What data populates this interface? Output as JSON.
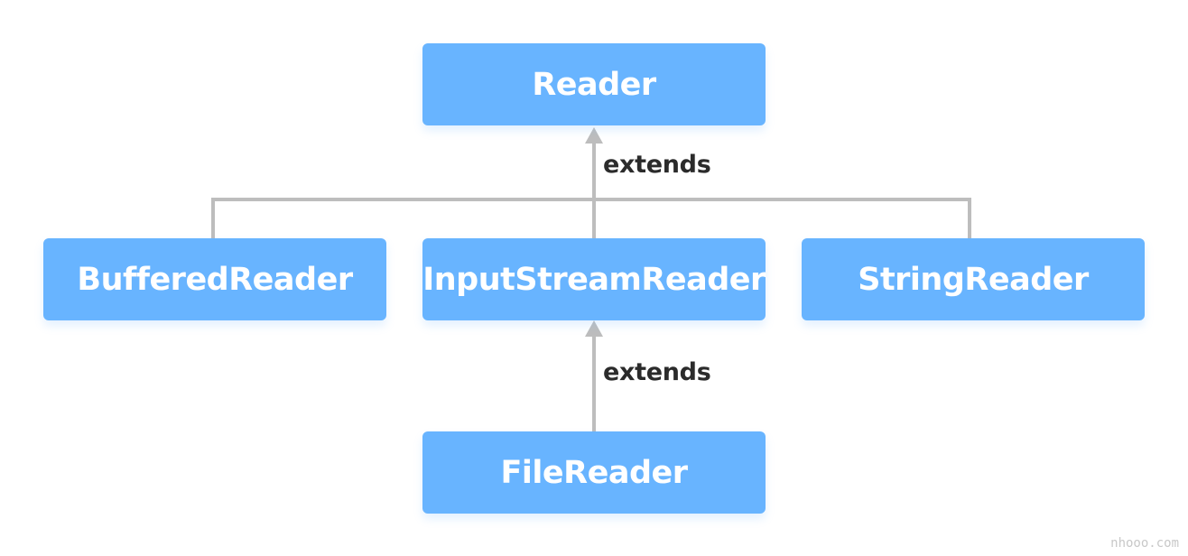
{
  "nodes": {
    "reader": "Reader",
    "buffered_reader": "BufferedReader",
    "input_stream_reader": "InputStreamReader",
    "string_reader": "StringReader",
    "file_reader": "FileReader"
  },
  "relations": {
    "reader_extends_label": "extends",
    "isr_extends_label": "extends"
  },
  "watermark": "nhooo.com",
  "colors": {
    "node_fill": "#68b4ff",
    "node_text": "#ffffff",
    "connector": "#bdbdbd",
    "label_text": "#2b2b2b"
  }
}
